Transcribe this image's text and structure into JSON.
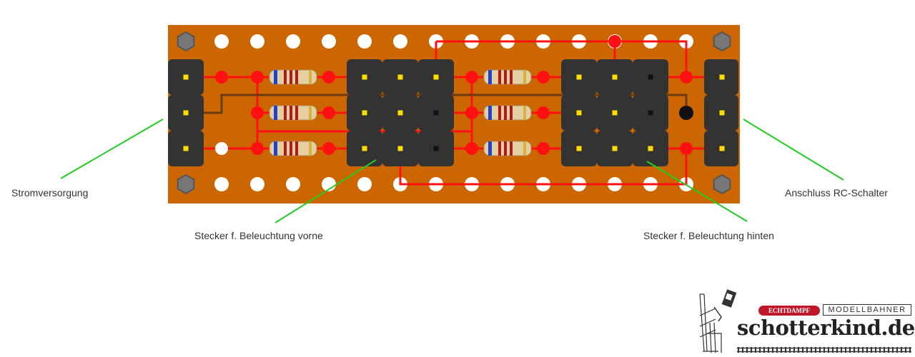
{
  "labels": {
    "power": "Stromversorgung",
    "front": "Stecker f. Beleuchtung vorne",
    "rear": "Stecker f. Beleuchtung hinten",
    "rc": "Anschluss RC-Schalter"
  },
  "logo": {
    "brand": "ECHTDAMPF",
    "sub": "MODELLBAHNER",
    "main": "schotterkind.de"
  },
  "colors": {
    "board": "#cc6600",
    "trace": "#ff1111",
    "wire": "#6b3a10",
    "pin_housing": "#333333",
    "callout_line": "#22cc22"
  }
}
